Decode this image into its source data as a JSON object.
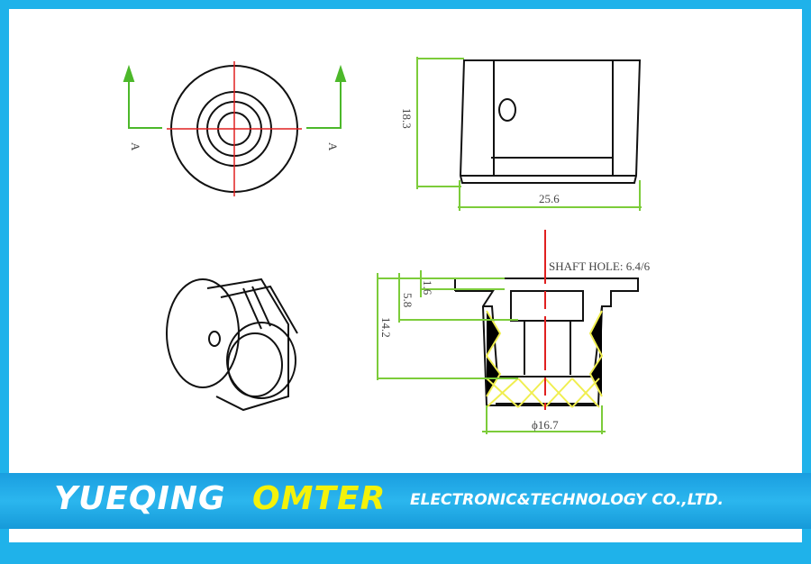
{
  "labels": {
    "section_left": "A",
    "section_right": "A",
    "height_dim": "18.3",
    "width_dim": "25.6",
    "shaft_hole": "SHAFT HOLE: 6.4/6",
    "dim_1_6": "1.6",
    "dim_5_8": "5.8",
    "dim_14_2": "14.2",
    "diameter": "ϕ16.7"
  },
  "banner": {
    "name_white": "YUEQING",
    "name_yellow": "OMTER",
    "subtitle": "ELECTRONIC&TECHNOLOGY  CO.,LTD."
  },
  "colors": {
    "frame": "#1fb2ea",
    "dimension": "#7ccc3a",
    "centerline": "#e02020",
    "hatch": "#f0ee50"
  }
}
